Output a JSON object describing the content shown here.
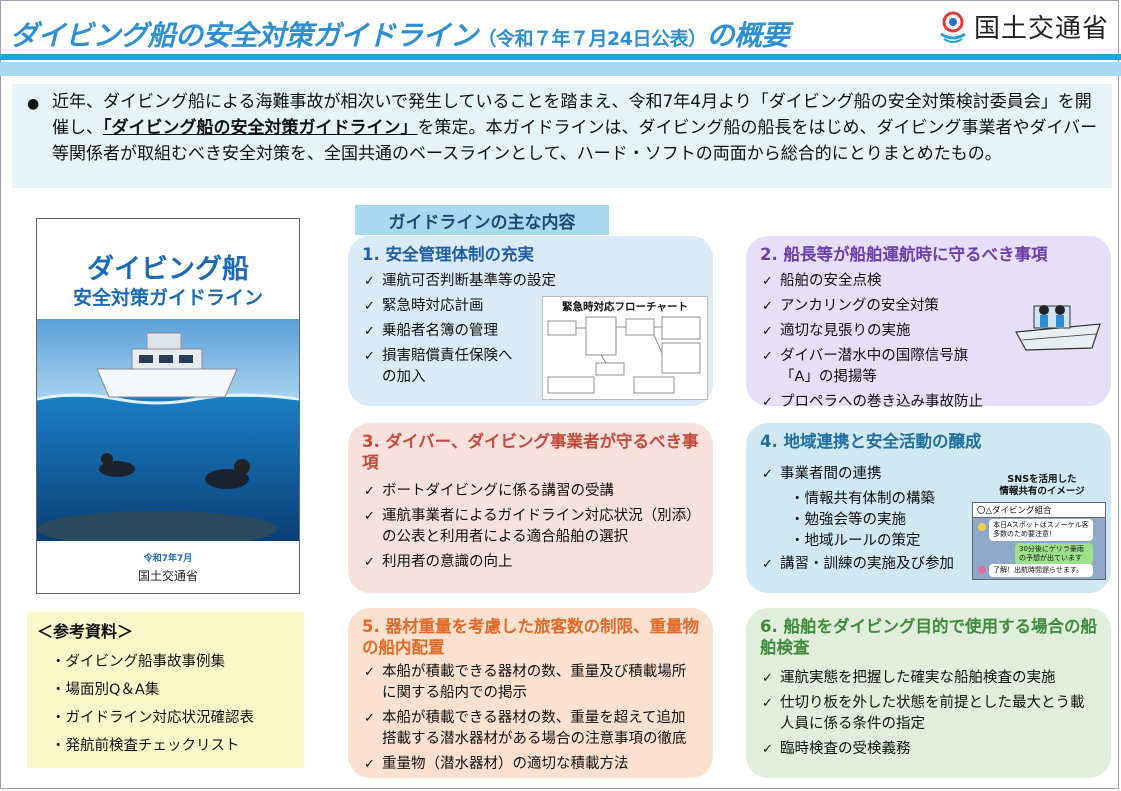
{
  "header": {
    "title_main": "ダイビング船の安全対策ガイドライン",
    "title_date": "（令和７年７月24日公表）",
    "title_suffix": "の概要",
    "ministry": "国土交通省"
  },
  "intro": {
    "bullet": "●",
    "text_before": "近年、ダイビング船による海難事故が相次いで発生していることを踏まえ、令和7年4月より「ダイビング船の安全対策検討委員会」を開催し、",
    "text_emphasis": "「ダイビング船の安全対策ガイドライン」",
    "text_after": "を策定。本ガイドラインは、ダイビング船の船長をはじめ、ダイビング事業者やダイバー等関係者が取組むべき安全対策を、全国共通のベースラインとして、ハード・ソフトの両面から総合的にとりまとめたもの。"
  },
  "cover": {
    "title1": "ダイビング船",
    "title2": "安全対策ガイドライン",
    "date": "令和7年7月",
    "publisher": "国土交通省"
  },
  "references": {
    "title": "＜参考資料＞",
    "items": [
      "・ダイビング船事故事例集",
      "・場面別Q＆A集",
      "・ガイドライン対応状況確認表",
      "・発航前検査チェックリスト"
    ]
  },
  "main_label": "ガイドラインの主な内容",
  "sections": {
    "s1": {
      "title": "1. 安全管理体制の充実",
      "items": [
        "運航可否判断基準等の設定",
        "緊急時対応計画",
        "乗船者名簿の管理",
        "損害賠償責任保険への加入"
      ],
      "figure_title": "緊急時対応フローチャート"
    },
    "s2": {
      "title": "2. 船長等が船舶運航時に守るべき事項",
      "items": [
        "船舶の安全点検",
        "アンカリングの安全対策",
        "適切な見張りの実施",
        "ダイバー潜水中の国際信号旗「A」の掲揚等",
        "プロペラへの巻き込み事故防止"
      ]
    },
    "s3": {
      "title": "3. ダイバー、ダイビング事業者が守るべき事項",
      "items": [
        "ボートダイビングに係る講習の受講",
        "運航事業者によるガイドライン対応状況（別添）の公表と利用者による適合船舶の選択",
        "利用者の意識の向上"
      ]
    },
    "s4": {
      "title": "4. 地域連携と安全活動の醸成",
      "item1": "事業者間の連携",
      "subs": [
        "・情報共有体制の構築",
        "・勉強会等の実施",
        "・地域ルールの策定"
      ],
      "item2": "講習・訓練の実施及び参加",
      "sns_caption_1": "SNSを活用した",
      "sns_caption_2": "情報共有のイメージ",
      "sns_group": "〇△ダイビング組合",
      "sns_msg1": "本日Aスポットはスノーケル客多数のため要注意！",
      "sns_msg2": "30分後にゲリラ豪雨の予想が出ています",
      "sns_msg3": "了解！出航時間遅らせます。"
    },
    "s5": {
      "title": "5. 器材重量を考慮した旅客数の制限、重量物の船内配置",
      "items": [
        "本船が積載できる器材の数、重量及び積載場所に関する船内での掲示",
        "本船が積載できる器材の数、重量を超えて追加搭載する潜水器材がある場合の注意事項の徹底",
        "重量物（潜水器材）の適切な積載方法"
      ]
    },
    "s6": {
      "title": "6. 船舶をダイビング目的で使用する場合の船舶検査",
      "items": [
        "運航実態を把握した確実な船舶検査の実施",
        "仕切り板を外した状態を前提とした最大とう載人員に係る条件の指定",
        "臨時検査の受検義務"
      ]
    }
  },
  "colors": {
    "title_blue": "#2f8fd1",
    "bar_blue": "#2a9fd6",
    "light_blue": "#a9d9ee"
  }
}
